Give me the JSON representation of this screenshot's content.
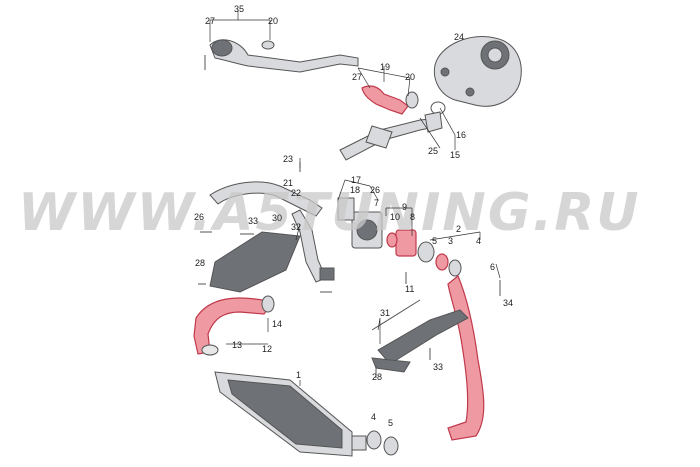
{
  "watermark": "WWW.A5TUNING.RU",
  "labels": {
    "l35": "35",
    "l27a": "27",
    "l20a": "20",
    "l24": "24",
    "l19": "19",
    "l27b": "27",
    "l20b": "20",
    "l16": "16",
    "l25": "25",
    "l15": "15",
    "l23": "23",
    "l21": "21",
    "l22": "22",
    "l17": "17",
    "l18": "18",
    "l26a": "26",
    "l26b": "26",
    "l33a": "33",
    "l30": "30",
    "l32": "32",
    "l7": "7",
    "l10": "10",
    "l9": "9",
    "l8": "8",
    "l2": "2",
    "l5a": "5",
    "l3": "3",
    "l4a": "4",
    "l28a": "28",
    "l11": "11",
    "l6": "6",
    "l34": "34",
    "l14": "14",
    "l13": "13",
    "l12": "12",
    "l31": "31",
    "l28b": "28",
    "l33b": "33",
    "l1": "1",
    "l4b": "4",
    "l5b": "5"
  }
}
